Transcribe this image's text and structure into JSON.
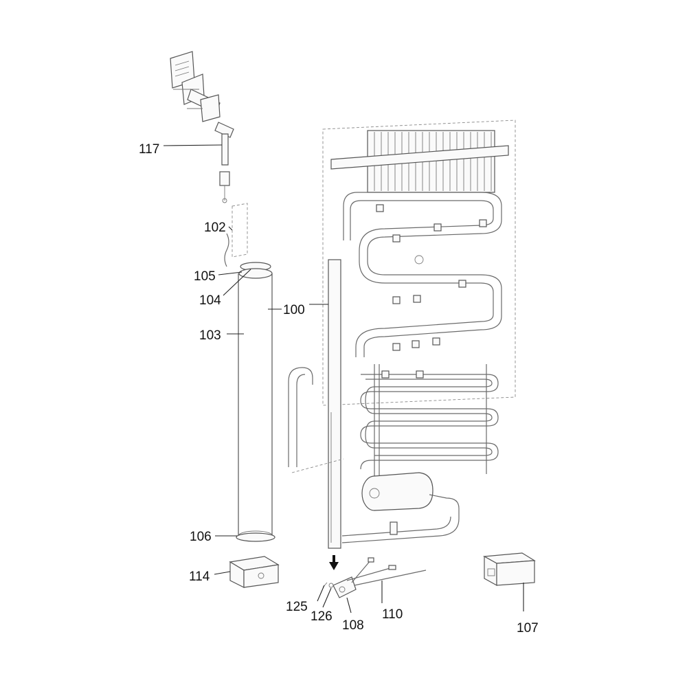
{
  "diagram": {
    "labels": {
      "p100": "100",
      "p102": "102",
      "p103": "103",
      "p104": "104",
      "p105": "105",
      "p106": "106",
      "p107": "107",
      "p108": "108",
      "p110": "110",
      "p114": "114",
      "p117": "117",
      "p125": "125",
      "p126": "126"
    }
  }
}
